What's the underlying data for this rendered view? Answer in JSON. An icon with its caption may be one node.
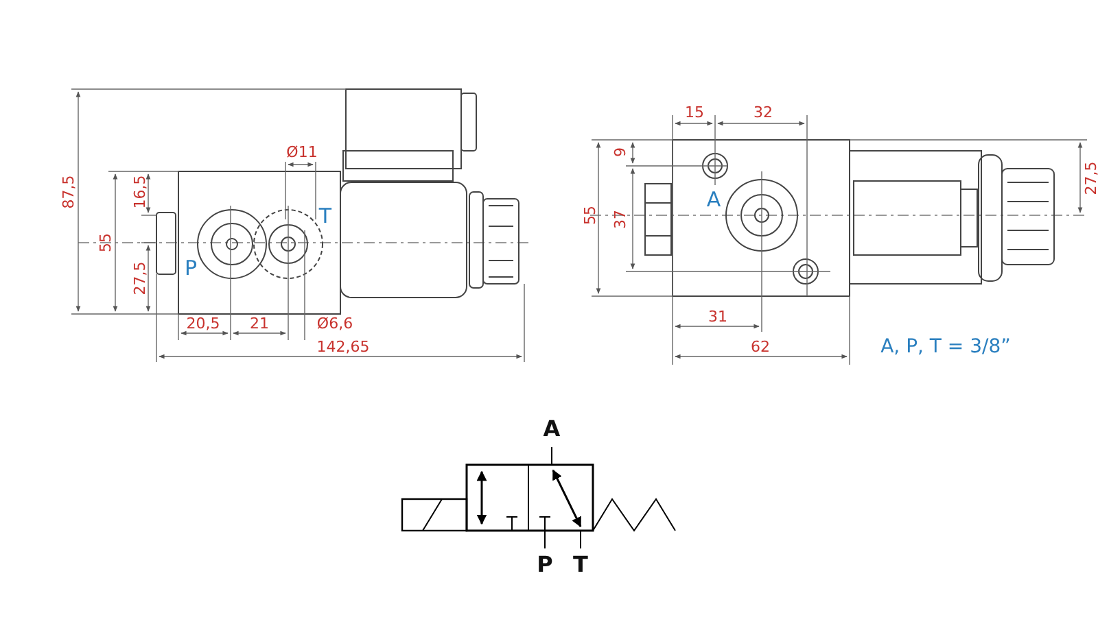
{
  "diagram": {
    "labels": [
      "87,5",
      "16,5",
      "Ø11",
      "55",
      "27,5",
      "P",
      "T",
      "20,5",
      "21",
      "Ø6,6",
      "142,65",
      "15",
      "32",
      "9",
      "A",
      "55",
      "37",
      "27,5",
      "31",
      "62",
      "A, P, T = 3/8”",
      "A",
      "P",
      "T"
    ]
  }
}
